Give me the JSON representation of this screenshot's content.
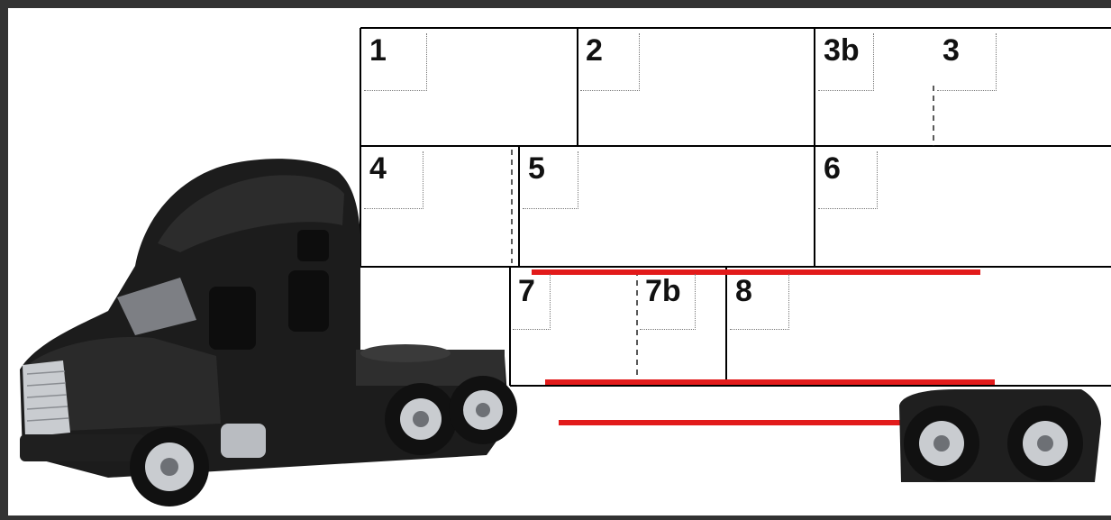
{
  "colors": {
    "frame": "#333333",
    "grid_line": "#000000",
    "dashed_divider": "#222222",
    "red_marker": "#e21b1b",
    "truck_body": "#1c1c1c",
    "chrome": "#c9ccd0"
  },
  "icons": {
    "truck": "semi-truck-cab-icon",
    "trailer_wheels": "trailer-axle-wheels-icon"
  },
  "grid": {
    "row1": [
      {
        "id": "slot-1",
        "label": "1"
      },
      {
        "id": "slot-2",
        "label": "2"
      },
      {
        "id": "slot-3b",
        "label": "3b"
      },
      {
        "id": "slot-3",
        "label": "3"
      }
    ],
    "row2": [
      {
        "id": "slot-4",
        "label": "4"
      },
      {
        "id": "slot-5",
        "label": "5"
      },
      {
        "id": "slot-6",
        "label": "6"
      }
    ],
    "row3": [
      {
        "id": "slot-7",
        "label": "7"
      },
      {
        "id": "slot-7b",
        "label": "7b"
      },
      {
        "id": "slot-8",
        "label": "8"
      }
    ]
  }
}
